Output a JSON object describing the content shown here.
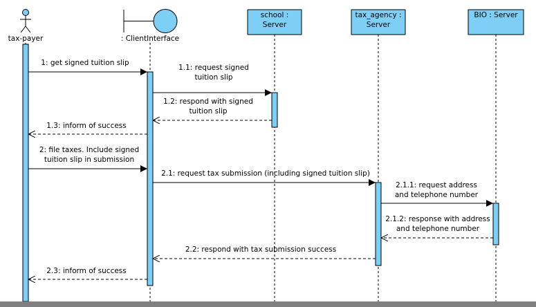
{
  "colors": {
    "fill": "#7dcff5",
    "stroke": "#000000",
    "background": "#ffffff",
    "bottom_bar": "#808080"
  },
  "lifelines": [
    {
      "id": "taxpayer",
      "kind": "actor",
      "label": "tax-payer"
    },
    {
      "id": "client",
      "kind": "boundary",
      "label": ": ClientInterface"
    },
    {
      "id": "school",
      "kind": "box",
      "label_lines": [
        "school :",
        "Server"
      ]
    },
    {
      "id": "taxagency",
      "kind": "box",
      "label_lines": [
        "tax_agency :",
        "Server"
      ]
    },
    {
      "id": "bio",
      "kind": "box",
      "label_lines": [
        "BIO : Server"
      ]
    }
  ],
  "messages": [
    {
      "number": "1",
      "lines": [
        "1: get signed tuition slip"
      ],
      "from": "taxpayer",
      "to": "client",
      "type": "sync"
    },
    {
      "number": "1.1",
      "lines": [
        "1.1: request signed",
        "tuition slip"
      ],
      "from": "client",
      "to": "school",
      "type": "sync"
    },
    {
      "number": "1.2",
      "lines": [
        "1.2: respond with signed",
        "tuition slip"
      ],
      "from": "school",
      "to": "client",
      "type": "reply"
    },
    {
      "number": "1.3",
      "lines": [
        "1.3: inform of success"
      ],
      "from": "client",
      "to": "taxpayer",
      "type": "reply"
    },
    {
      "number": "2",
      "lines": [
        "2: file taxes. Include signed",
        "tuition slip in submission"
      ],
      "from": "taxpayer",
      "to": "client",
      "type": "sync"
    },
    {
      "number": "2.1",
      "lines": [
        "2.1: request tax submission (including signed tuition slip)"
      ],
      "from": "client",
      "to": "taxagency",
      "type": "sync"
    },
    {
      "number": "2.1.1",
      "lines": [
        "2.1.1: request address",
        "and telephone number"
      ],
      "from": "taxagency",
      "to": "bio",
      "type": "sync"
    },
    {
      "number": "2.1.2",
      "lines": [
        "2.1.2: response with address",
        "and telephone number"
      ],
      "from": "bio",
      "to": "taxagency",
      "type": "reply"
    },
    {
      "number": "2.2",
      "lines": [
        "2.2: respond with tax submission success"
      ],
      "from": "taxagency",
      "to": "client",
      "type": "reply"
    },
    {
      "number": "2.3",
      "lines": [
        "2.3: inform of success"
      ],
      "from": "client",
      "to": "taxpayer",
      "type": "reply"
    }
  ]
}
